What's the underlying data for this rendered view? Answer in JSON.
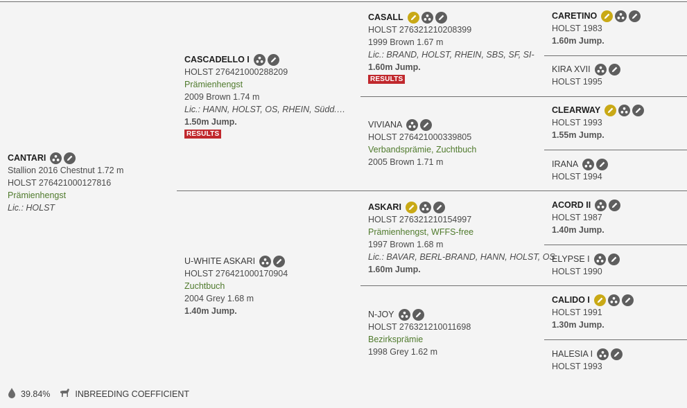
{
  "horse": {
    "name": "CANTARI",
    "info": "Stallion 2016 Chestnut 1.72 m",
    "id": "HOLST 276421000127816",
    "status": "Prämienhengst",
    "lic": "Lic.: HOLST"
  },
  "sire": {
    "name": "CASCADELLO I",
    "id": "HOLST 276421000288209",
    "status": "Prämienhengst",
    "info": "2009 Brown 1.74 m",
    "lic": "Lic.: HANN, HOLST, OS, RHEIN, Südd.Verb., ...",
    "perf": "1.50m Jump.",
    "results": "RESULTS"
  },
  "dam": {
    "name": "U-WHITE ASKARI",
    "id": "HOLST 276421000170904",
    "status": "Zuchtbuch",
    "info": "2004 Grey 1.68 m",
    "perf": "1.40m Jump."
  },
  "ss": {
    "name": "CASALL",
    "id": "HOLST 276321210208399",
    "info": "1999 Brown 1.67 m",
    "lic": "Lic.: BRAND, HOLST, RHEIN, SBS, SF, SI-UNIR...",
    "perf": "1.60m Jump.",
    "results": "RESULTS"
  },
  "sd": {
    "name": "VIVIANA",
    "id": "HOLST 276421000339805",
    "status": "Verbandsprämie, Zuchtbuch",
    "info": "2005 Brown 1.71 m"
  },
  "ds": {
    "name": "ASKARI",
    "id": "HOLST 276321210154997",
    "status": "Prämienhengst, WFFS-free",
    "info": "1997 Brown 1.68 m",
    "lic": "Lic.: BAVAR, BERL-BRAND, HANN, HOLST, OS",
    "perf": "1.60m Jump."
  },
  "dd": {
    "name": "N-JOY",
    "id": "HOLST 276321210011698",
    "status": "Bezirksprämie",
    "info": "1998 Grey 1.62 m"
  },
  "g": [
    {
      "name": "CARETINO",
      "line": "HOLST 1983",
      "perf": "1.60m Jump."
    },
    {
      "name": "KIRA XVII",
      "line": "HOLST 1995"
    },
    {
      "name": "CLEARWAY",
      "line": "HOLST 1993",
      "perf": "1.55m Jump."
    },
    {
      "name": "IRANA",
      "line": "HOLST 1994"
    },
    {
      "name": "ACORD II",
      "line": "HOLST 1987",
      "perf": "1.40m Jump."
    },
    {
      "name": "ELYPSE I",
      "line": "HOLST 1990"
    },
    {
      "name": "CALIDO I",
      "line": "HOLST 1991",
      "perf": "1.30m Jump."
    },
    {
      "name": "HALESIA I",
      "line": "HOLST 1993"
    }
  ],
  "footer": {
    "percent": "39.84%",
    "label": "INBREEDING COEFFICIENT"
  },
  "colors": {
    "gold_icon": "#c9a916",
    "grey_icon": "#5e5e5e",
    "status_green": "#4f7a2c",
    "results_red": "#c0282d"
  },
  "icons": [
    "sire-line-icon",
    "pedigree-icon",
    "edit-icon",
    "drop-icon",
    "horse-icon"
  ]
}
